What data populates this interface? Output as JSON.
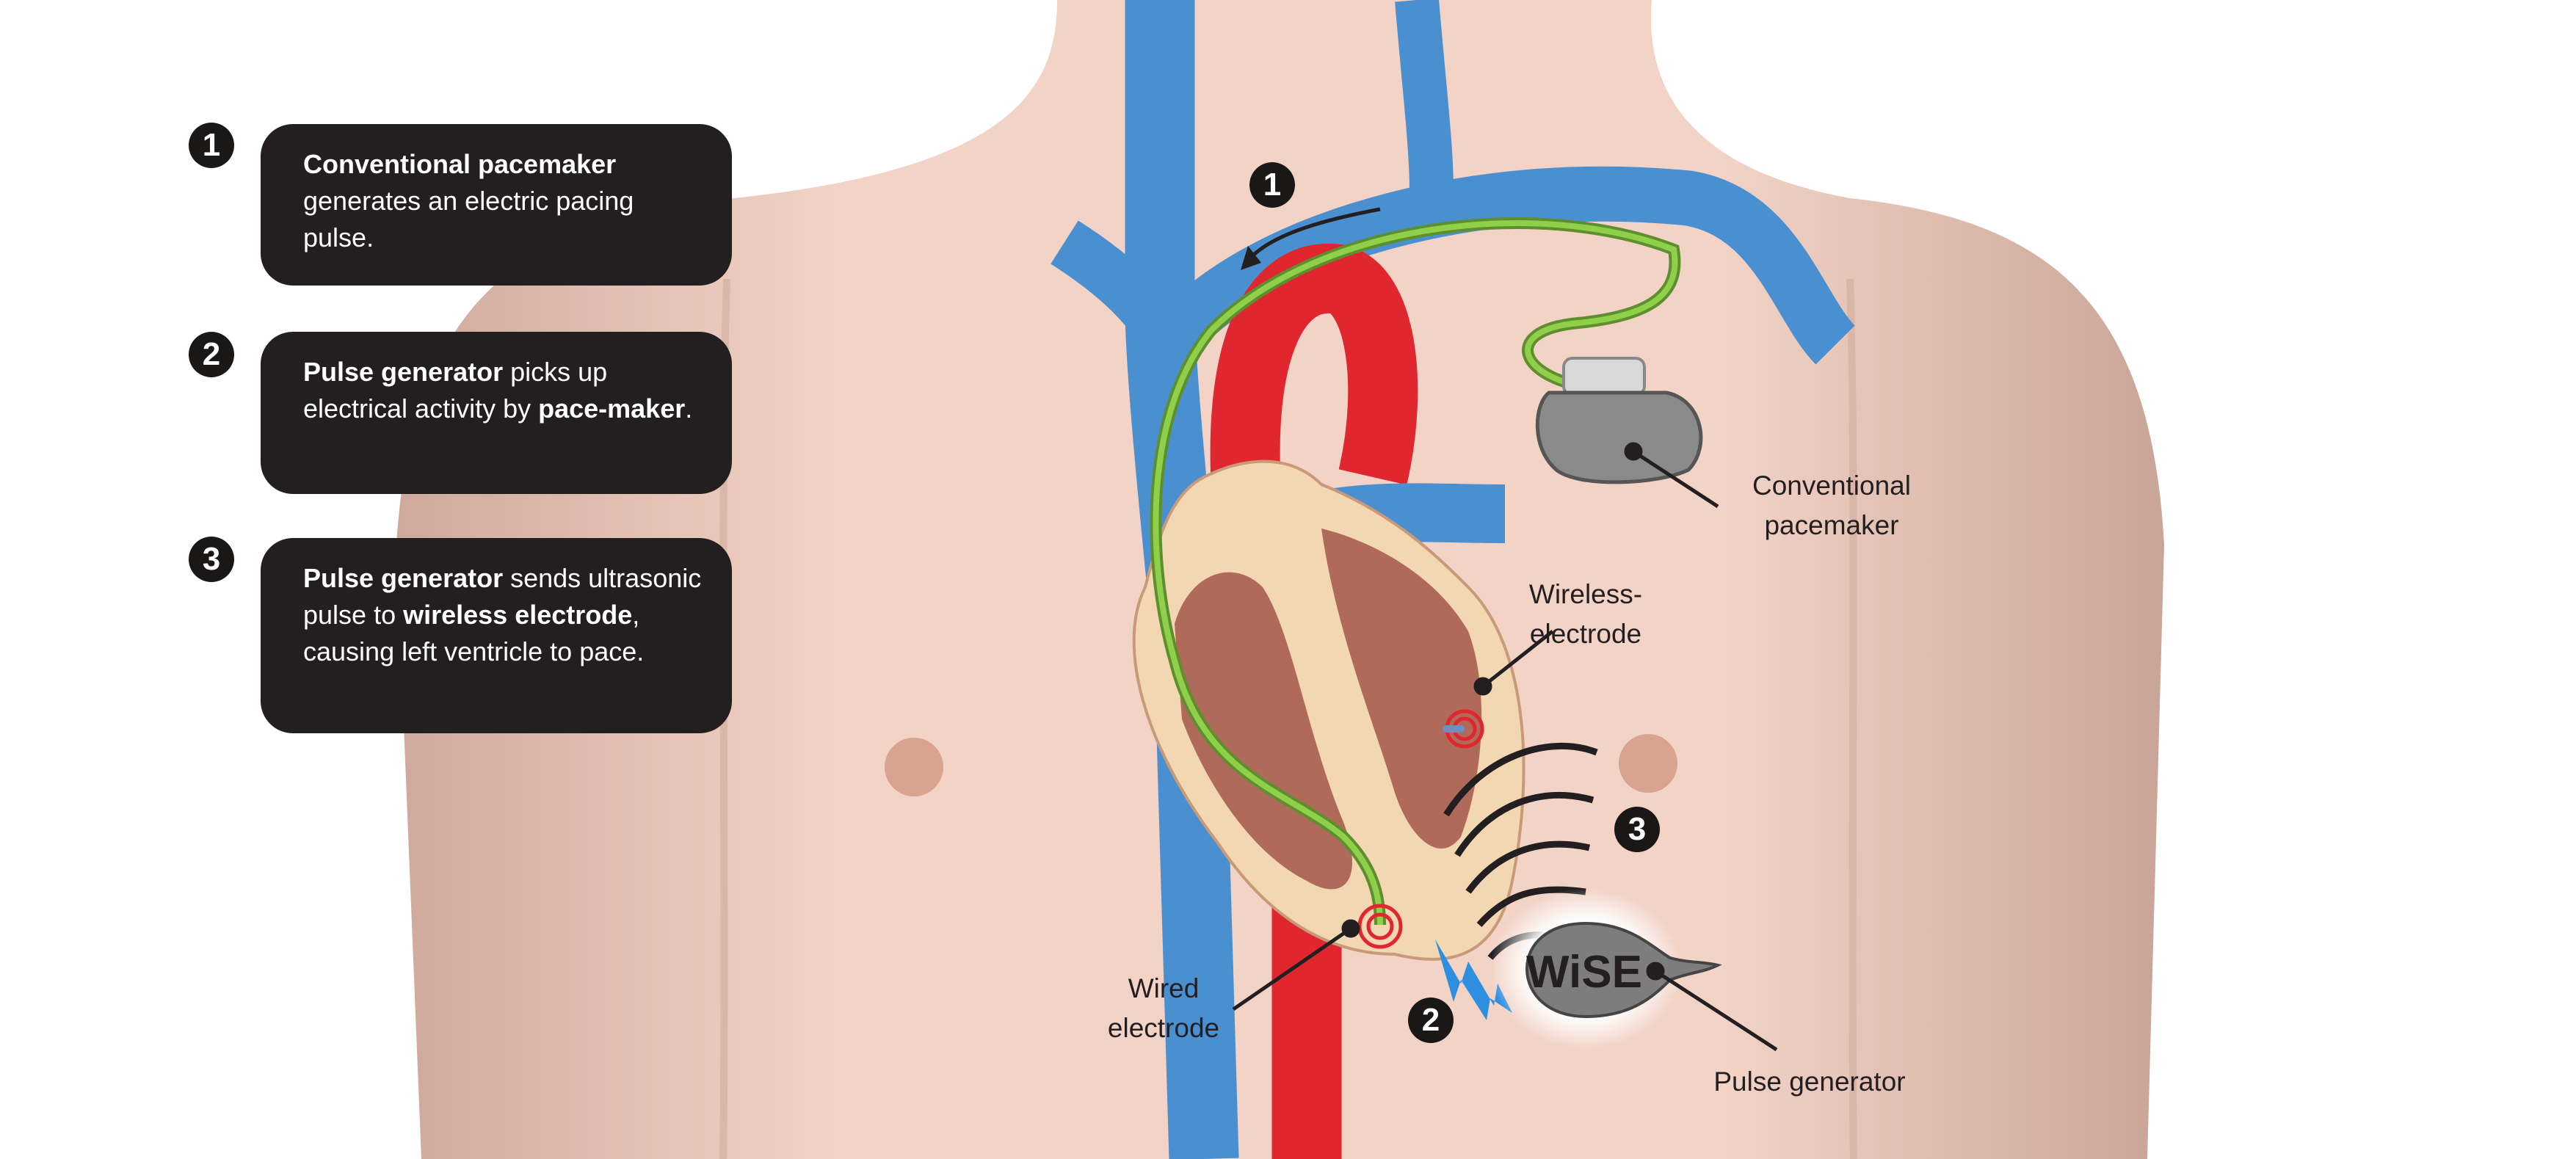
{
  "steps": [
    {
      "number": "1",
      "segments": [
        {
          "text": "Conventional pacemaker",
          "bold": true
        },
        {
          "text": " generates an electric pacing pulse.",
          "bold": false
        }
      ]
    },
    {
      "number": "2",
      "segments": [
        {
          "text": "Pulse generator",
          "bold": true
        },
        {
          "text": " picks up electrical activity by ",
          "bold": false
        },
        {
          "text": "pace-maker",
          "bold": true
        },
        {
          "text": ".",
          "bold": false
        }
      ]
    },
    {
      "number": "3",
      "segments": [
        {
          "text": "Pulse generator",
          "bold": true
        },
        {
          "text": " sends ultrasonic pulse to ",
          "bold": false
        },
        {
          "text": "wireless electrode",
          "bold": true
        },
        {
          "text": ", causing left ventricle to pace.",
          "bold": false
        }
      ]
    }
  ],
  "labels": {
    "conventional_pacemaker": [
      "Conventional",
      "pacemaker"
    ],
    "wireless_electrode": [
      "Wireless-",
      "electrode"
    ],
    "wired_electrode": [
      "Wired",
      "electrode"
    ],
    "pulse_generator": "Pulse generator",
    "device_brand": "WiSE"
  },
  "colors": {
    "skin": "#f0cfc2",
    "vein": "#4a90d0",
    "artery": "#e0262e",
    "lead": "#7dbb3c",
    "box": "#231f20"
  }
}
